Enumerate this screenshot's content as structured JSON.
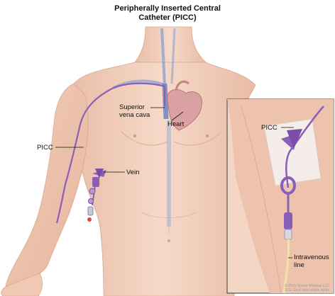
{
  "title": {
    "line1": "Peripherally Inserted Central",
    "line2": "Catheter (PICC)"
  },
  "labels": {
    "superior_vena_cava_line1": "Superior",
    "superior_vena_cava_line2": "vena cava",
    "heart": "Heart",
    "picc_main": "PICC",
    "vein": "Vein",
    "picc_inset": "PICC",
    "intravenous_line1": "Intravenous",
    "intravenous_line2": "line"
  },
  "copyright": {
    "line1": "© 2015 Terese Winslow LLC",
    "line2": "U.S. Govt. has certain rights"
  },
  "colors": {
    "skin": "#f3d3c0",
    "skin_shadow": "#e2b29c",
    "catheter": "#8a5fb8",
    "heart": "#d9a1a1",
    "vessel": "#8aa0cf",
    "inset_border": "#555555"
  }
}
